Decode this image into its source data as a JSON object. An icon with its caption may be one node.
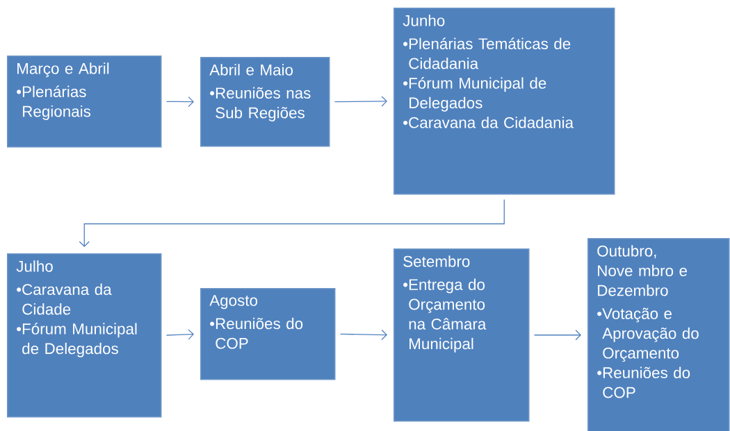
{
  "diagram": {
    "nodes": [
      {
        "text": [
          "Março e Abril",
          "•Plenárias Regionais"
        ]
      },
      {
        "text": [
          "Abril e Maio",
          "•Reuniões nas Sub Regiões"
        ]
      },
      {
        "text": [
          "Junho",
          "•Plenárias Temáticas de Cidadania",
          "•Fórum Municipal de Delegados",
          "•Caravana da Cidadania"
        ]
      },
      {
        "text": [
          "Julho",
          "•Caravana da Cidade",
          "•Fórum Municipal de Delegados"
        ]
      },
      {
        "text": [
          "Agosto",
          "•Reuniões do COP"
        ]
      },
      {
        "text": [
          "Setembro",
          "•Entrega do Orçamento na Câmara Municipal"
        ]
      },
      {
        "text": [
          "Outubro, Nove mbro e Dezembro",
          "•Votação e Aprovação do Orçamento",
          "•Reuniões do COP"
        ]
      }
    ],
    "edges": [
      {
        "from": 0,
        "to": 1,
        "arrow": "to"
      },
      {
        "from": 1,
        "to": 2,
        "arrow": "to"
      },
      {
        "from": 2,
        "to": 3,
        "arrow": "to"
      },
      {
        "from": 3,
        "to": 4,
        "arrow": "to"
      },
      {
        "from": 4,
        "to": 5,
        "arrow": "to"
      },
      {
        "from": 5,
        "to": 6,
        "arrow": "to"
      }
    ]
  }
}
